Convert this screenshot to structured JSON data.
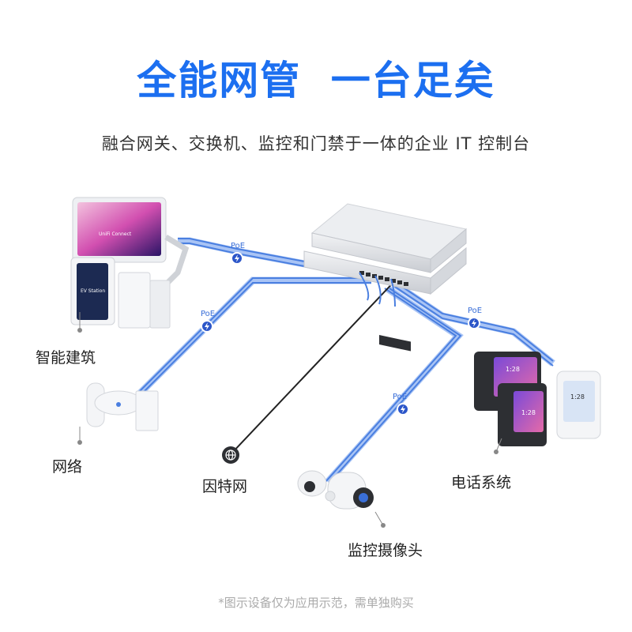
{
  "header": {
    "title": "全能网管  一台足矣",
    "subtitle": "融合网关、交换机、监控和门禁于一体的企业 IT 控制台"
  },
  "diagram": {
    "nodes": {
      "smart_building": "智能建筑",
      "network": "网络",
      "internet": "因特网",
      "surveillance": "监控摄像头",
      "phone_system": "电话系统"
    },
    "poe_label": "PoE",
    "device_text": {
      "tablet_brand": "UniFi Connect",
      "ev_station": "EV Station",
      "phone_time": "1:28"
    },
    "icons": {
      "internet": "globe-icon",
      "poe": "lightning-icon"
    }
  },
  "colors": {
    "title": "#1c6ff0",
    "cable": "#4a7fe0",
    "cable_light": "#a9c4f5",
    "internet_line": "#222222"
  },
  "footnote": "*图示设备仅为应用示范，需单独购买"
}
